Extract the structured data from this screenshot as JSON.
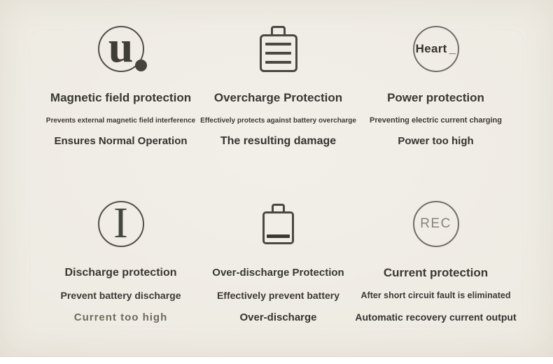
{
  "colors": {
    "panel_background": "#eeebe3",
    "panel_edge_vignette": "#e7e3d9",
    "bottom_strip": "#ffffff",
    "title_text": "#393732",
    "body_text": "#35332f",
    "muted_text": "#6f6a5d",
    "icon_stroke_dark": "#524f49",
    "icon_stroke_light": "#716f68",
    "icon_glyph": "#45433e",
    "rec_text": "#868379"
  },
  "features": [
    {
      "icon": "u-letter-circle-icon",
      "icon_text": "u",
      "title": "Magnetic field protection",
      "line1": "Prevents external magnetic field interference",
      "line2": "Ensures Normal Operation"
    },
    {
      "icon": "battery-overcharge-icon",
      "title": "Overcharge Protection",
      "line1": "Effectively protects against battery overcharge",
      "line2": "The resulting damage"
    },
    {
      "icon": "heart-circle-icon",
      "icon_text": "Heart",
      "icon_suffix": "_",
      "title": "Power protection",
      "line1": "Preventing electric current charging",
      "line2": "Power too high"
    },
    {
      "icon": "i-letter-circle-icon",
      "icon_text": "I",
      "title": "Discharge protection",
      "line1": "Prevent battery discharge",
      "line2": "Current too high"
    },
    {
      "icon": "battery-low-icon",
      "title": "Over-discharge Protection",
      "line1": "Effectively prevent battery",
      "line2": "Over-discharge"
    },
    {
      "icon": "rec-circle-icon",
      "icon_text": "REC",
      "title": "Current protection",
      "line1": "After short circuit fault is eliminated",
      "line2": "Automatic recovery current output"
    }
  ]
}
